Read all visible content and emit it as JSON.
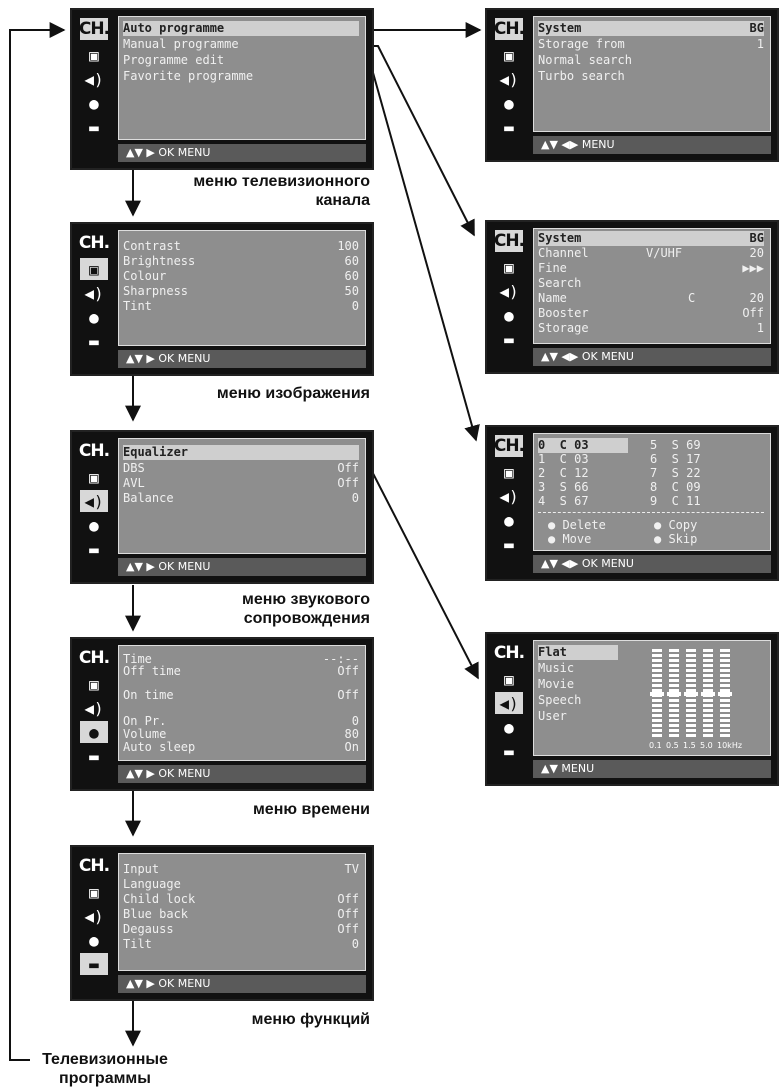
{
  "captions": {
    "channel_menu": "меню телевизионного канала",
    "picture_menu": "меню изображения",
    "sound_menu": "меню звукового сопровождения",
    "time_menu": "меню времени",
    "function_menu": "меню функций",
    "tv_programs": "Телевизионные программы"
  },
  "channel_screen": {
    "items": [
      "Auto programme",
      "Manual programme",
      "Programme edit",
      "Favorite programme"
    ],
    "footer": "▲▼ ▶ OK  MENU"
  },
  "picture_screen": {
    "items": [
      {
        "label": "Contrast",
        "value": "100"
      },
      {
        "label": "Brightness",
        "value": "60"
      },
      {
        "label": "Colour",
        "value": "60"
      },
      {
        "label": "Sharpness",
        "value": "50"
      },
      {
        "label": "Tint",
        "value": "0"
      }
    ],
    "footer": "▲▼ ▶ OK  MENU"
  },
  "sound_screen": {
    "items": [
      {
        "label": "Equalizer",
        "value": ""
      },
      {
        "label": "DBS",
        "value": "Off"
      },
      {
        "label": "AVL",
        "value": "Off"
      },
      {
        "label": "Balance",
        "value": "0"
      }
    ],
    "footer": "▲▼ ▶ OK  MENU"
  },
  "time_screen": {
    "items": [
      {
        "label": "Time",
        "value": "--:--"
      },
      {
        "label": "Off time",
        "value": "Off"
      },
      {
        "label": "On time",
        "value": "Off"
      },
      {
        "label": "On Pr.",
        "value": "0"
      },
      {
        "label": "Volume",
        "value": "80"
      },
      {
        "label": "Auto sleep",
        "value": "On"
      }
    ],
    "footer": "▲▼ ▶ OK  MENU"
  },
  "function_screen": {
    "items": [
      {
        "label": "Input",
        "value": "TV"
      },
      {
        "label": "Language",
        "value": ""
      },
      {
        "label": "Child lock",
        "value": "Off"
      },
      {
        "label": "Blue back",
        "value": "Off"
      },
      {
        "label": "Degauss",
        "value": "Off"
      },
      {
        "label": "Tilt",
        "value": "0"
      }
    ],
    "footer": "▲▼ ▶ OK  MENU"
  },
  "auto_screen": {
    "header": {
      "label": "System",
      "value": "BG"
    },
    "items": [
      {
        "label": "Storage from",
        "value": "1"
      },
      {
        "label": "Normal search",
        "value": ""
      },
      {
        "label": "Turbo search",
        "value": ""
      }
    ],
    "footer": "▲▼ ◀▶ MENU"
  },
  "manual_screen": {
    "header": {
      "label": "System",
      "value": "BG"
    },
    "items": [
      {
        "label": "Channel",
        "mid": "V/UHF",
        "value": "20"
      },
      {
        "label": "Fine",
        "mid": "",
        "value": "▶▶▶"
      },
      {
        "label": "Search",
        "mid": "",
        "value": ""
      },
      {
        "label": "Name",
        "mid": "C",
        "value": "20"
      },
      {
        "label": "Booster",
        "mid": "",
        "value": "Off"
      },
      {
        "label": "Storage",
        "mid": "",
        "value": "1"
      }
    ],
    "footer": "▲▼ ◀▶ OK  MENU"
  },
  "edit_screen": {
    "left": [
      "0  C 03",
      "1  C 03",
      "2  C 12",
      "3  S 66",
      "4  S 67"
    ],
    "right": [
      "5  S 69",
      "6  S 17",
      "7  S 22",
      "8  C 09",
      "9  C 11"
    ],
    "actions": [
      "● Delete",
      "● Copy",
      "● Move",
      "● Skip"
    ],
    "footer": "▲▼ ◀▶ OK  MENU"
  },
  "eq_screen": {
    "items": [
      "Flat",
      "Music",
      "Movie",
      "Speech",
      "User"
    ],
    "bands": [
      "0.1",
      "0.5",
      "1.5",
      "5.0",
      "10kHz"
    ],
    "levels": [
      0.5,
      0.5,
      0.5,
      0.5,
      0.5
    ],
    "footer": "▲▼ MENU"
  },
  "icons": [
    "ch-icon",
    "picture-icon",
    "sound-icon",
    "time-icon",
    "function-icon"
  ]
}
